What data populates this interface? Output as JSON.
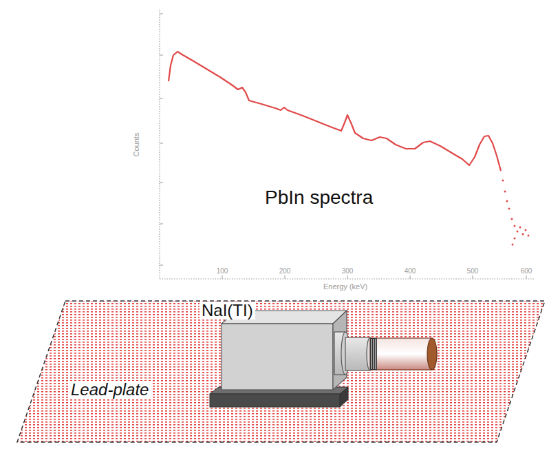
{
  "diagram": {
    "labels": [
      "PbIn spectra",
      "NaI(TI)",
      "Lead-plate",
      "Counts",
      "Energy (keV)",
      "100",
      "200",
      "300",
      "400",
      "500",
      "600"
    ]
  }
}
